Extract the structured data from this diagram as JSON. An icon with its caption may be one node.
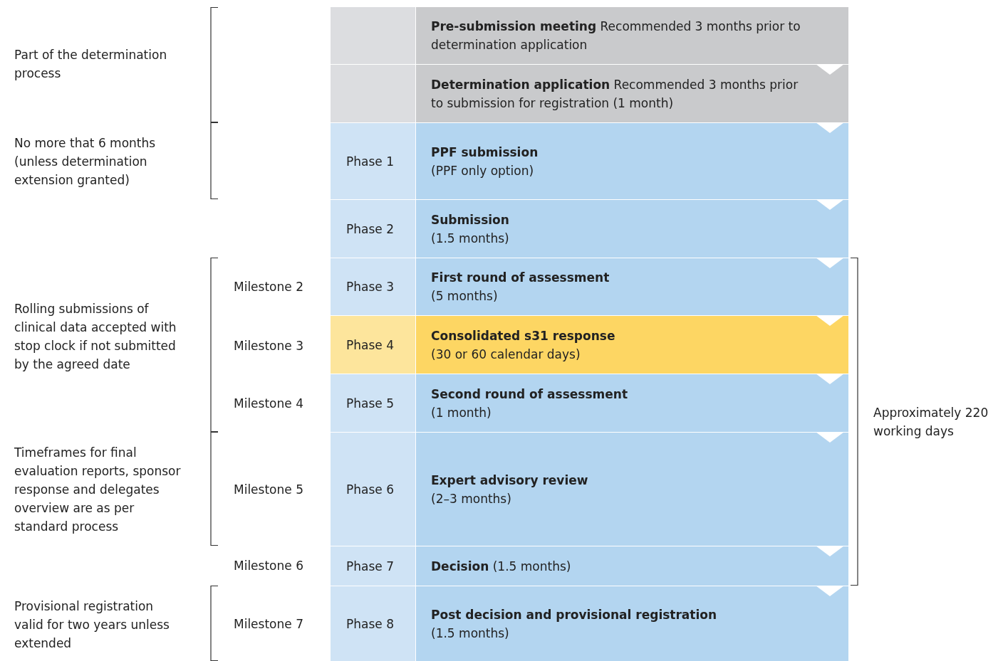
{
  "diagram": {
    "nodes": [
      {
        "text": [],
        "shape": "box"
      },
      {
        "text": [
          "**Pre-submission meeting** Recommended 3 months prior to determination application"
        ]
      },
      {
        "text": [],
        "shape": "box"
      },
      {
        "text": [
          "**Determination application** Recommended 3 months prior to submission for registration (1 month)"
        ]
      },
      {
        "text": [
          "Phase 1"
        ]
      },
      {
        "text": [
          "PPF submission",
          "(PPF only option)"
        ]
      },
      {
        "text": [
          "Phase 2"
        ]
      },
      {
        "text": [
          "Submission",
          "(1.5 months)"
        ]
      },
      {
        "text": [
          "Phase 3"
        ]
      },
      {
        "text": [
          "First round of assessment",
          "(5 months)"
        ]
      },
      {
        "text": [
          "Phase 4"
        ]
      },
      {
        "text": [
          "Consolidated s31 response",
          "(30 or 60 calendar days)"
        ]
      },
      {
        "text": [
          "Phase 5"
        ]
      },
      {
        "text": [
          "Second round of assessment",
          "(1 month)"
        ]
      },
      {
        "text": [
          "Phase 6"
        ]
      },
      {
        "text": [
          "Expert advisory review",
          "(2–3 months)"
        ]
      },
      {
        "text": [
          "Phase 7"
        ]
      },
      {
        "text": [
          "**Decision** (1.5 months)"
        ]
      },
      {
        "text": [
          "Phase 8"
        ]
      },
      {
        "text": [
          "Post decision and provisional registration",
          "(1.5 months)"
        ]
      }
    ],
    "labels": [
      "Part of the determination process",
      "No more that 6 months (unless determination extension granted)",
      "Milestone 2",
      "Rolling submissions of clinical data accepted with stop clock if not submitted by the agreed date",
      "Milestone 3",
      "Milestone 4",
      "Approximately 220 working days",
      "Timeframes for final evaluation reports, sponsor response and delegates overview are as per standard process",
      "Milestone 5",
      "Milestone 6",
      "Provisional registration valid for two years unless extended",
      "Milestone 7"
    ]
  }
}
